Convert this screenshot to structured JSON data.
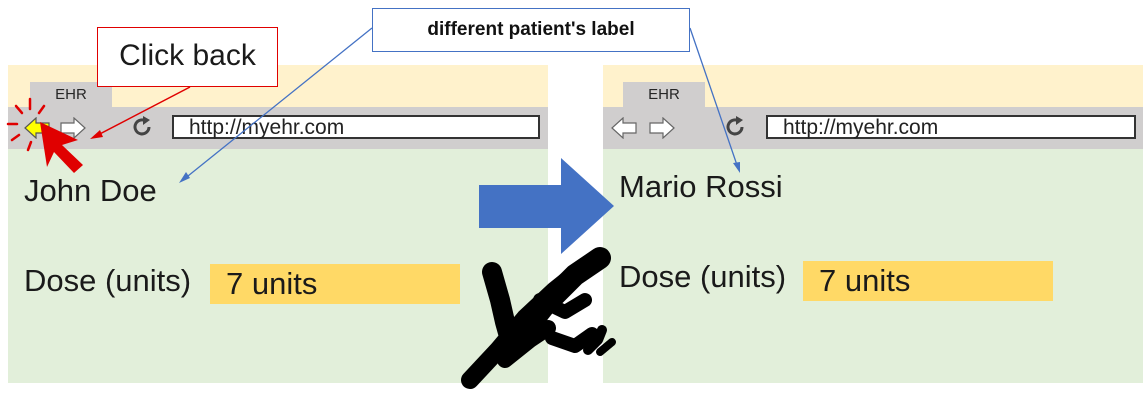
{
  "callouts": {
    "click_back": "Click back",
    "different_label": "different patient's label"
  },
  "left_browser": {
    "tab": "EHR",
    "url": "http://myehr.com",
    "patient_name": "John Doe",
    "dose_label": "Dose (units)",
    "dose_value": "7 units"
  },
  "right_browser": {
    "tab": "EHR",
    "url": "http://myehr.com",
    "patient_name": "Mario Rossi",
    "dose_label": "Dose (units)",
    "dose_value": "7 units"
  },
  "colors": {
    "tab_bar": "#FFF2CC",
    "toolbar": "#D0CECE",
    "content": "#E2EFDA",
    "dose_highlight": "#FFD966",
    "arrow": "#4472C4",
    "callout_red": "#e00000",
    "back_highlight": "#FFFF00"
  },
  "icons": [
    "back-arrow-icon",
    "forward-arrow-icon",
    "reload-icon",
    "cursor-icon",
    "transition-arrow-icon",
    "scribble-mark"
  ]
}
